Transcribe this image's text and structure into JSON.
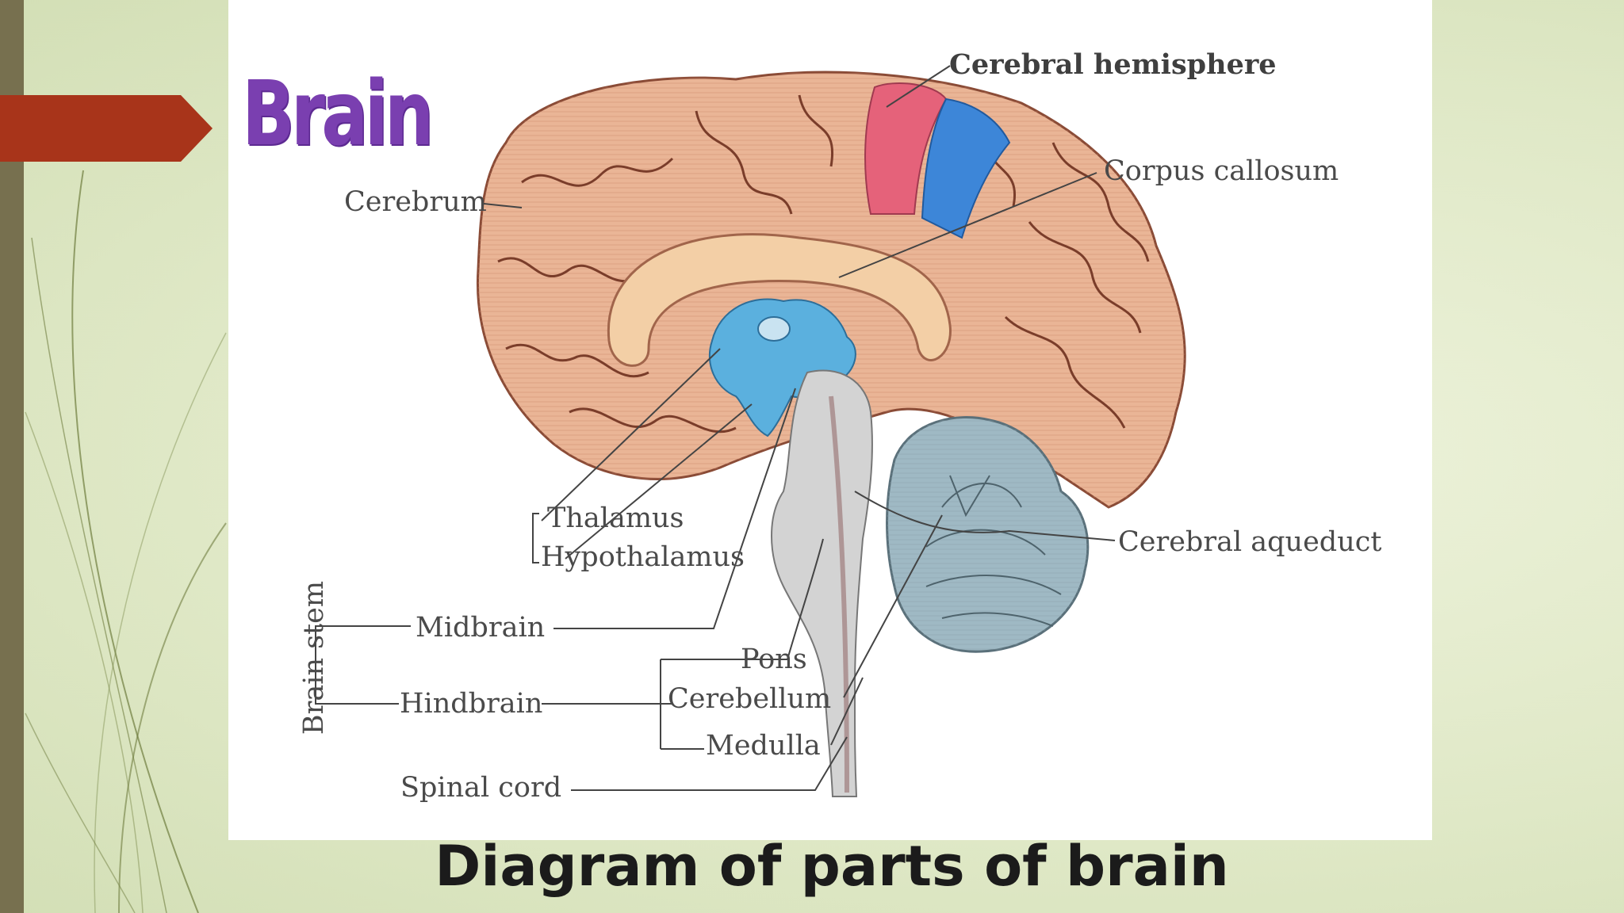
{
  "slide": {
    "title": "Brain",
    "caption": "Diagram of parts of brain"
  },
  "diagram": {
    "labels": {
      "cerebral_hemisphere": "Cerebral hemisphere",
      "corpus_callosum": "Corpus callosum",
      "cerebrum": "Cerebrum",
      "thalamus": "Thalamus",
      "hypothalamus": "Hypothalamus",
      "cerebral_aqueduct": "Cerebral aqueduct",
      "brain_stem": "Brain stem",
      "midbrain": "Midbrain",
      "hindbrain": "Hindbrain",
      "pons": "Pons",
      "cerebellum": "Cerebellum",
      "medulla": "Medulla",
      "spinal_cord": "Spinal cord"
    }
  },
  "colors": {
    "title": "#7a3fb0",
    "arrow": "#a8341a",
    "side_bar": "#77704f",
    "brain_tissue": "#e9b192",
    "ventricle": "#5bb0de",
    "cerebral_hemisphere_highlight": "#e5627a",
    "corpus_callosum_highlight": "#3d86d8",
    "cerebellum": "#9fb9c4"
  }
}
